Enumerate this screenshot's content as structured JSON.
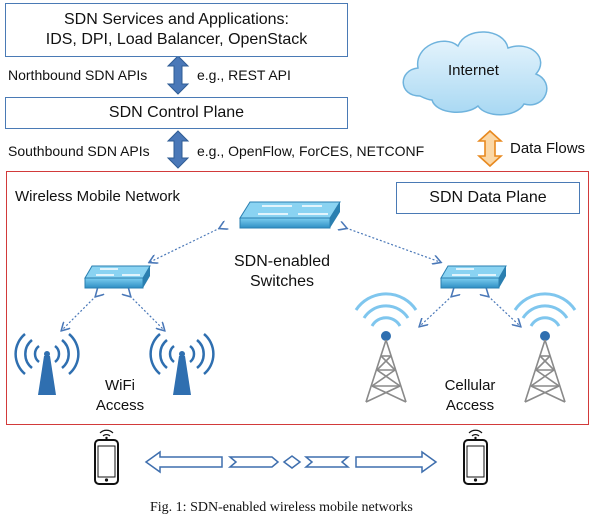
{
  "services_box": {
    "line1": "SDN Services and Applications:",
    "line2": "IDS, DPI, Load Balancer, OpenStack"
  },
  "northbound": {
    "label": "Northbound SDN APIs",
    "example": "e.g., REST API"
  },
  "control_plane": {
    "label": "SDN Control Plane"
  },
  "southbound": {
    "label": "Southbound SDN APIs",
    "example": "e.g., OpenFlow, ForCES, NETCONF"
  },
  "internet": {
    "label": "Internet"
  },
  "data_flows": {
    "label": "Data Flows"
  },
  "wireless_network": {
    "label": "Wireless Mobile Network"
  },
  "data_plane": {
    "label": "SDN Data Plane"
  },
  "switches": {
    "line1": "SDN-enabled",
    "line2": "Switches"
  },
  "wifi": {
    "line1": "WiFi",
    "line2": "Access"
  },
  "cellular": {
    "line1": "Cellular",
    "line2": "Access"
  },
  "caption": {
    "text": "Fig. 1: SDN-enabled wireless mobile networks"
  },
  "colors": {
    "box_border": "#4a7ab5",
    "network_border": "#d23a3a",
    "api_arrow": "#4a78b8",
    "flow_arrow": "#e8891f",
    "switch": "#3ea2d3",
    "cloud": "#bfe2f6"
  }
}
